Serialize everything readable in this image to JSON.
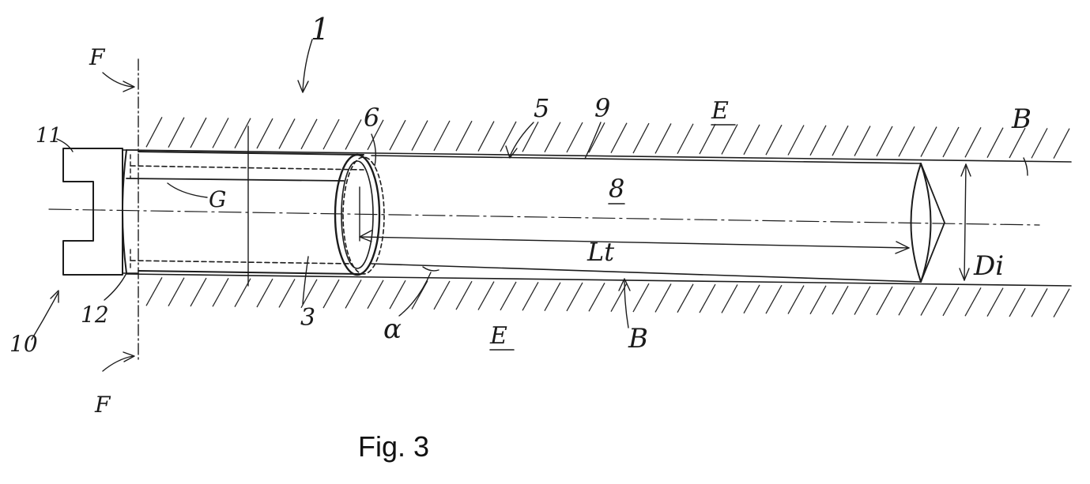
{
  "figure": {
    "caption": "Fig. 3",
    "labels": {
      "device": "1",
      "bore": "3",
      "wall": "5",
      "front_end": "6",
      "chamber": "8",
      "seam": "9",
      "plug": "10",
      "plug_head": "11",
      "plug_seat": "12",
      "face": "F",
      "rock": "E",
      "borehole": "B",
      "thread": "G",
      "length": "Lt",
      "diameter": "Di",
      "angle": "α"
    }
  }
}
